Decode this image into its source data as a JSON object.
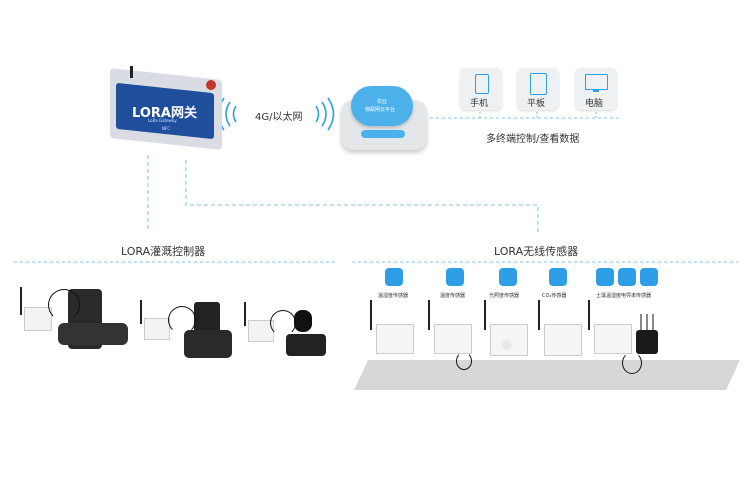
{
  "gateway": {
    "title": "LORA网关",
    "subtitle": "LoRa Gateway",
    "nfc": "NFC"
  },
  "network_label": "4G/以太网",
  "cloud": {
    "line1": "农业",
    "line2": "物联网云平台"
  },
  "terminals": [
    {
      "label": "手机"
    },
    {
      "label": "平板"
    },
    {
      "label": "电脑"
    }
  ],
  "terminals_caption": "多终端控制/查看数据",
  "controller_section": "LORA灌溉控制器",
  "sensor_section": "LORA无线传感器",
  "sensors": [
    {
      "label": "温湿度传感器"
    },
    {
      "label": "温度传感器"
    },
    {
      "label": "光照度传感器"
    },
    {
      "label": "CO₂传感器"
    },
    {
      "label": "土壤温湿度电导率传感器"
    }
  ],
  "colors": {
    "accent": "#2e9fe6",
    "gateway_blue": "#1f4f9c",
    "link": "#7fc3ea",
    "shelf": "#d5d7d9"
  }
}
